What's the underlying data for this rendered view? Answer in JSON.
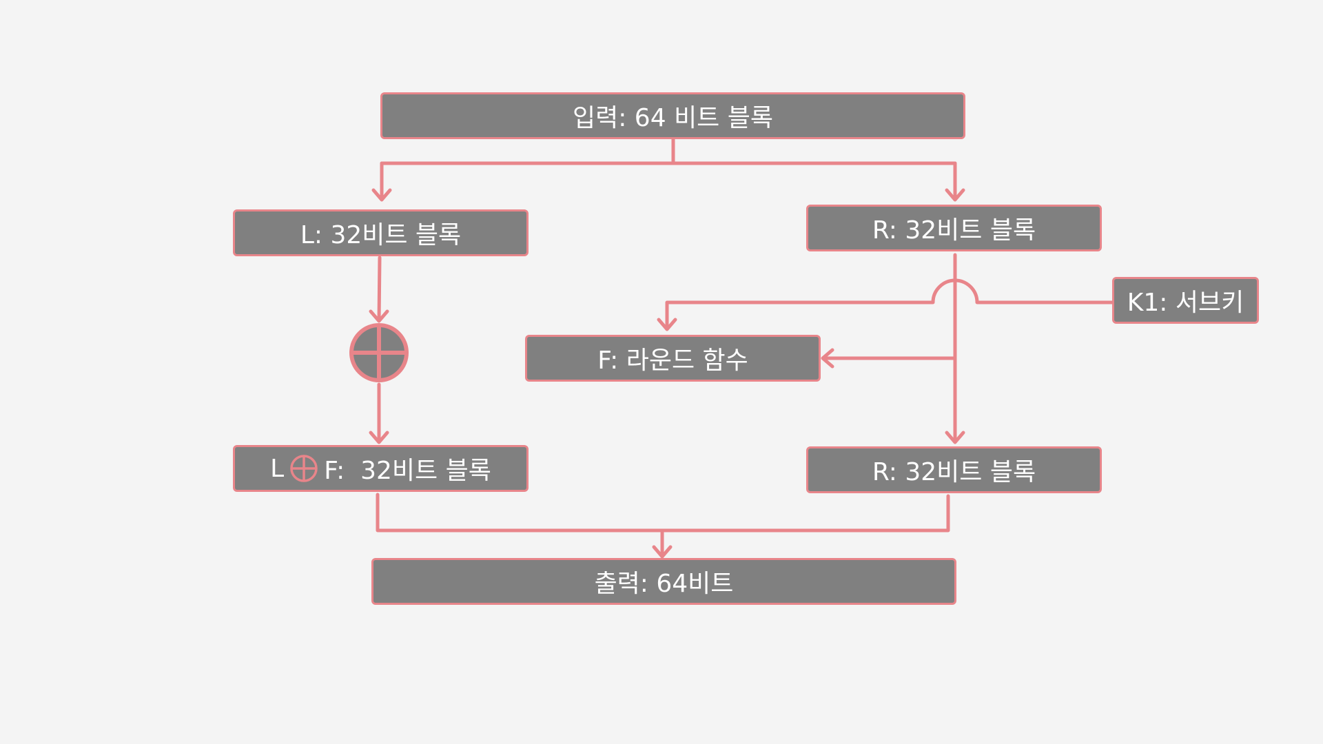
{
  "diagram": {
    "input_label": "입력: 64 비트 블록",
    "left_label": "L: 32비트 블록",
    "right_label": "R: 32비트 블록",
    "subkey_label": "K1: 서브키",
    "round_function_label": "F: 라운드 함수",
    "left_result_prefix": "L",
    "left_result_suffix": "F:  32비트 블록",
    "right_result_label": "R: 32비트 블록",
    "output_label": "출력: 64비트"
  },
  "colors": {
    "background": "#f4f4f4",
    "box_fill": "#808080",
    "accent": "#e8858a",
    "text": "#ffffff"
  },
  "icons": {
    "xor": "circled-plus-icon"
  }
}
